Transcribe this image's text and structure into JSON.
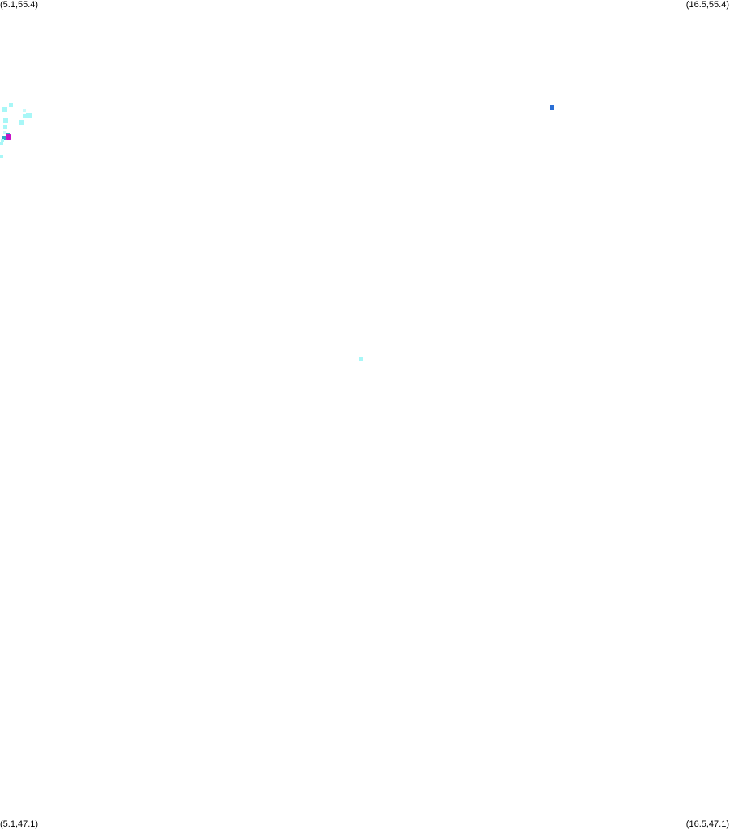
{
  "map": {
    "corners": {
      "top_left": "(5.1,55.4)",
      "top_right": "(16.5,55.4)",
      "bottom_left": "(5.1,47.1)",
      "bottom_right": "(16.5,47.1)"
    },
    "bounds": {
      "lon_min": 5.1,
      "lon_max": 16.5,
      "lat_min": 47.1,
      "lat_max": 55.4
    },
    "colors": {
      "cyan": "#a8f7f7",
      "light_cyan": "#c8fafa",
      "blue": "#2a6fd6",
      "magenta": "#c414c8",
      "teal": "#2fa8c8"
    },
    "points": [
      {
        "lon": 5.18,
        "lat": 54.3,
        "color": "cyan",
        "size": 6
      },
      {
        "lon": 5.27,
        "lat": 54.35,
        "color": "cyan",
        "size": 5
      },
      {
        "lon": 5.48,
        "lat": 54.29,
        "color": "light_cyan",
        "size": 4
      },
      {
        "lon": 5.55,
        "lat": 54.24,
        "color": "cyan",
        "size": 7
      },
      {
        "lon": 5.48,
        "lat": 54.23,
        "color": "cyan",
        "size": 5
      },
      {
        "lon": 5.19,
        "lat": 54.19,
        "color": "cyan",
        "size": 6
      },
      {
        "lon": 5.43,
        "lat": 54.17,
        "color": "cyan",
        "size": 6
      },
      {
        "lon": 5.18,
        "lat": 54.13,
        "color": "cyan",
        "size": 5
      },
      {
        "lon": 5.18,
        "lat": 54.07,
        "color": "light_cyan",
        "size": 4
      },
      {
        "lon": 5.23,
        "lat": 54.05,
        "color": "teal",
        "size": 4
      },
      {
        "lon": 5.17,
        "lat": 54.01,
        "color": "teal",
        "size": 5
      },
      {
        "lon": 5.14,
        "lat": 53.99,
        "color": "cyan",
        "size": 4
      },
      {
        "lon": 5.1,
        "lat": 53.96,
        "color": "cyan",
        "size": 4
      },
      {
        "lon": 5.1,
        "lat": 53.83,
        "color": "cyan",
        "size": 4
      },
      {
        "lon": 5.22,
        "lat": 54.03,
        "color": "blue",
        "size": 4
      },
      {
        "lon": 5.23,
        "lat": 54.03,
        "color": "magenta",
        "size": 7
      },
      {
        "lon": 13.72,
        "lat": 54.32,
        "color": "blue",
        "size": 5
      },
      {
        "lon": 10.73,
        "lat": 51.8,
        "color": "cyan",
        "size": 5
      }
    ]
  }
}
